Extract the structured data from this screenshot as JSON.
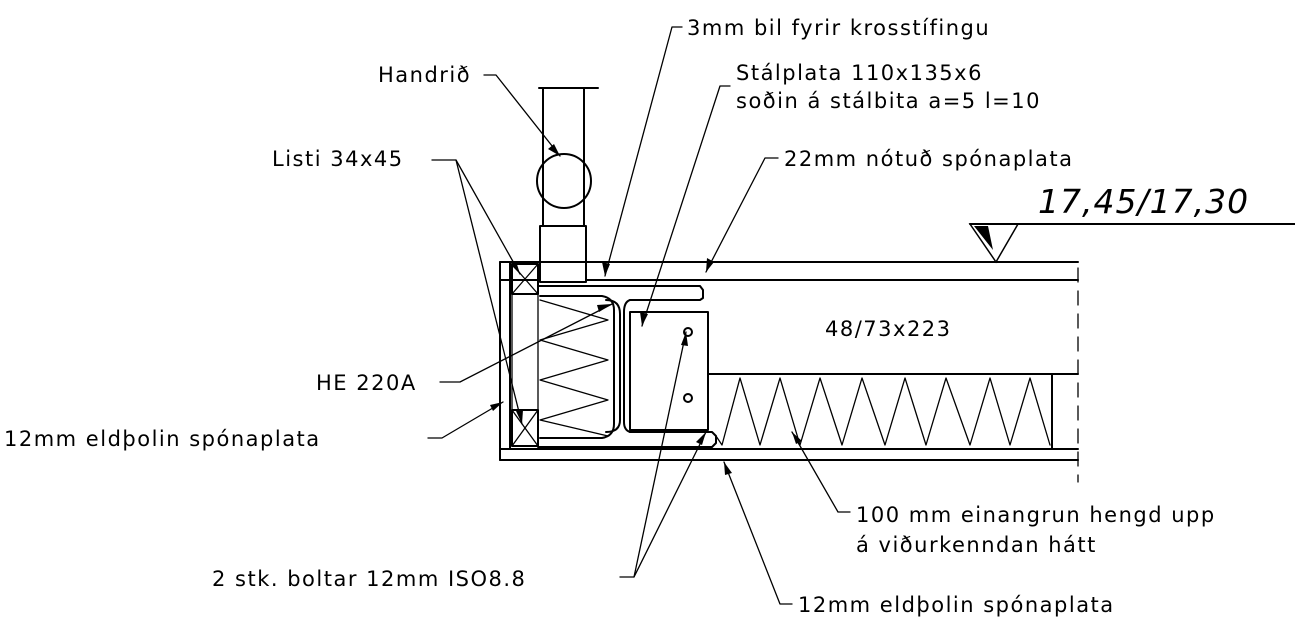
{
  "labels": {
    "gap_note": "3mm bil fyrir krosstífingu",
    "railing": "Handrið",
    "steel_plate_line1": "Stálplata 110x135x6",
    "steel_plate_line2": "soðin á stálbita a=5 l=10",
    "batten": "Listi 34x45",
    "chipboard_22": "22mm nótuð spónaplata",
    "level": "17,45/17,30",
    "joist": "48/73x223",
    "beam": "HE 220A",
    "fire_board_left": "12mm eldþolin spónaplata",
    "insulation_line1": "100 mm einangrun hengd upp",
    "insulation_line2": "á viðurkenndan hátt",
    "bolts": "2 stk. boltar 12mm ISO8.8",
    "fire_board_bottom": "12mm eldþolin spónaplata"
  }
}
